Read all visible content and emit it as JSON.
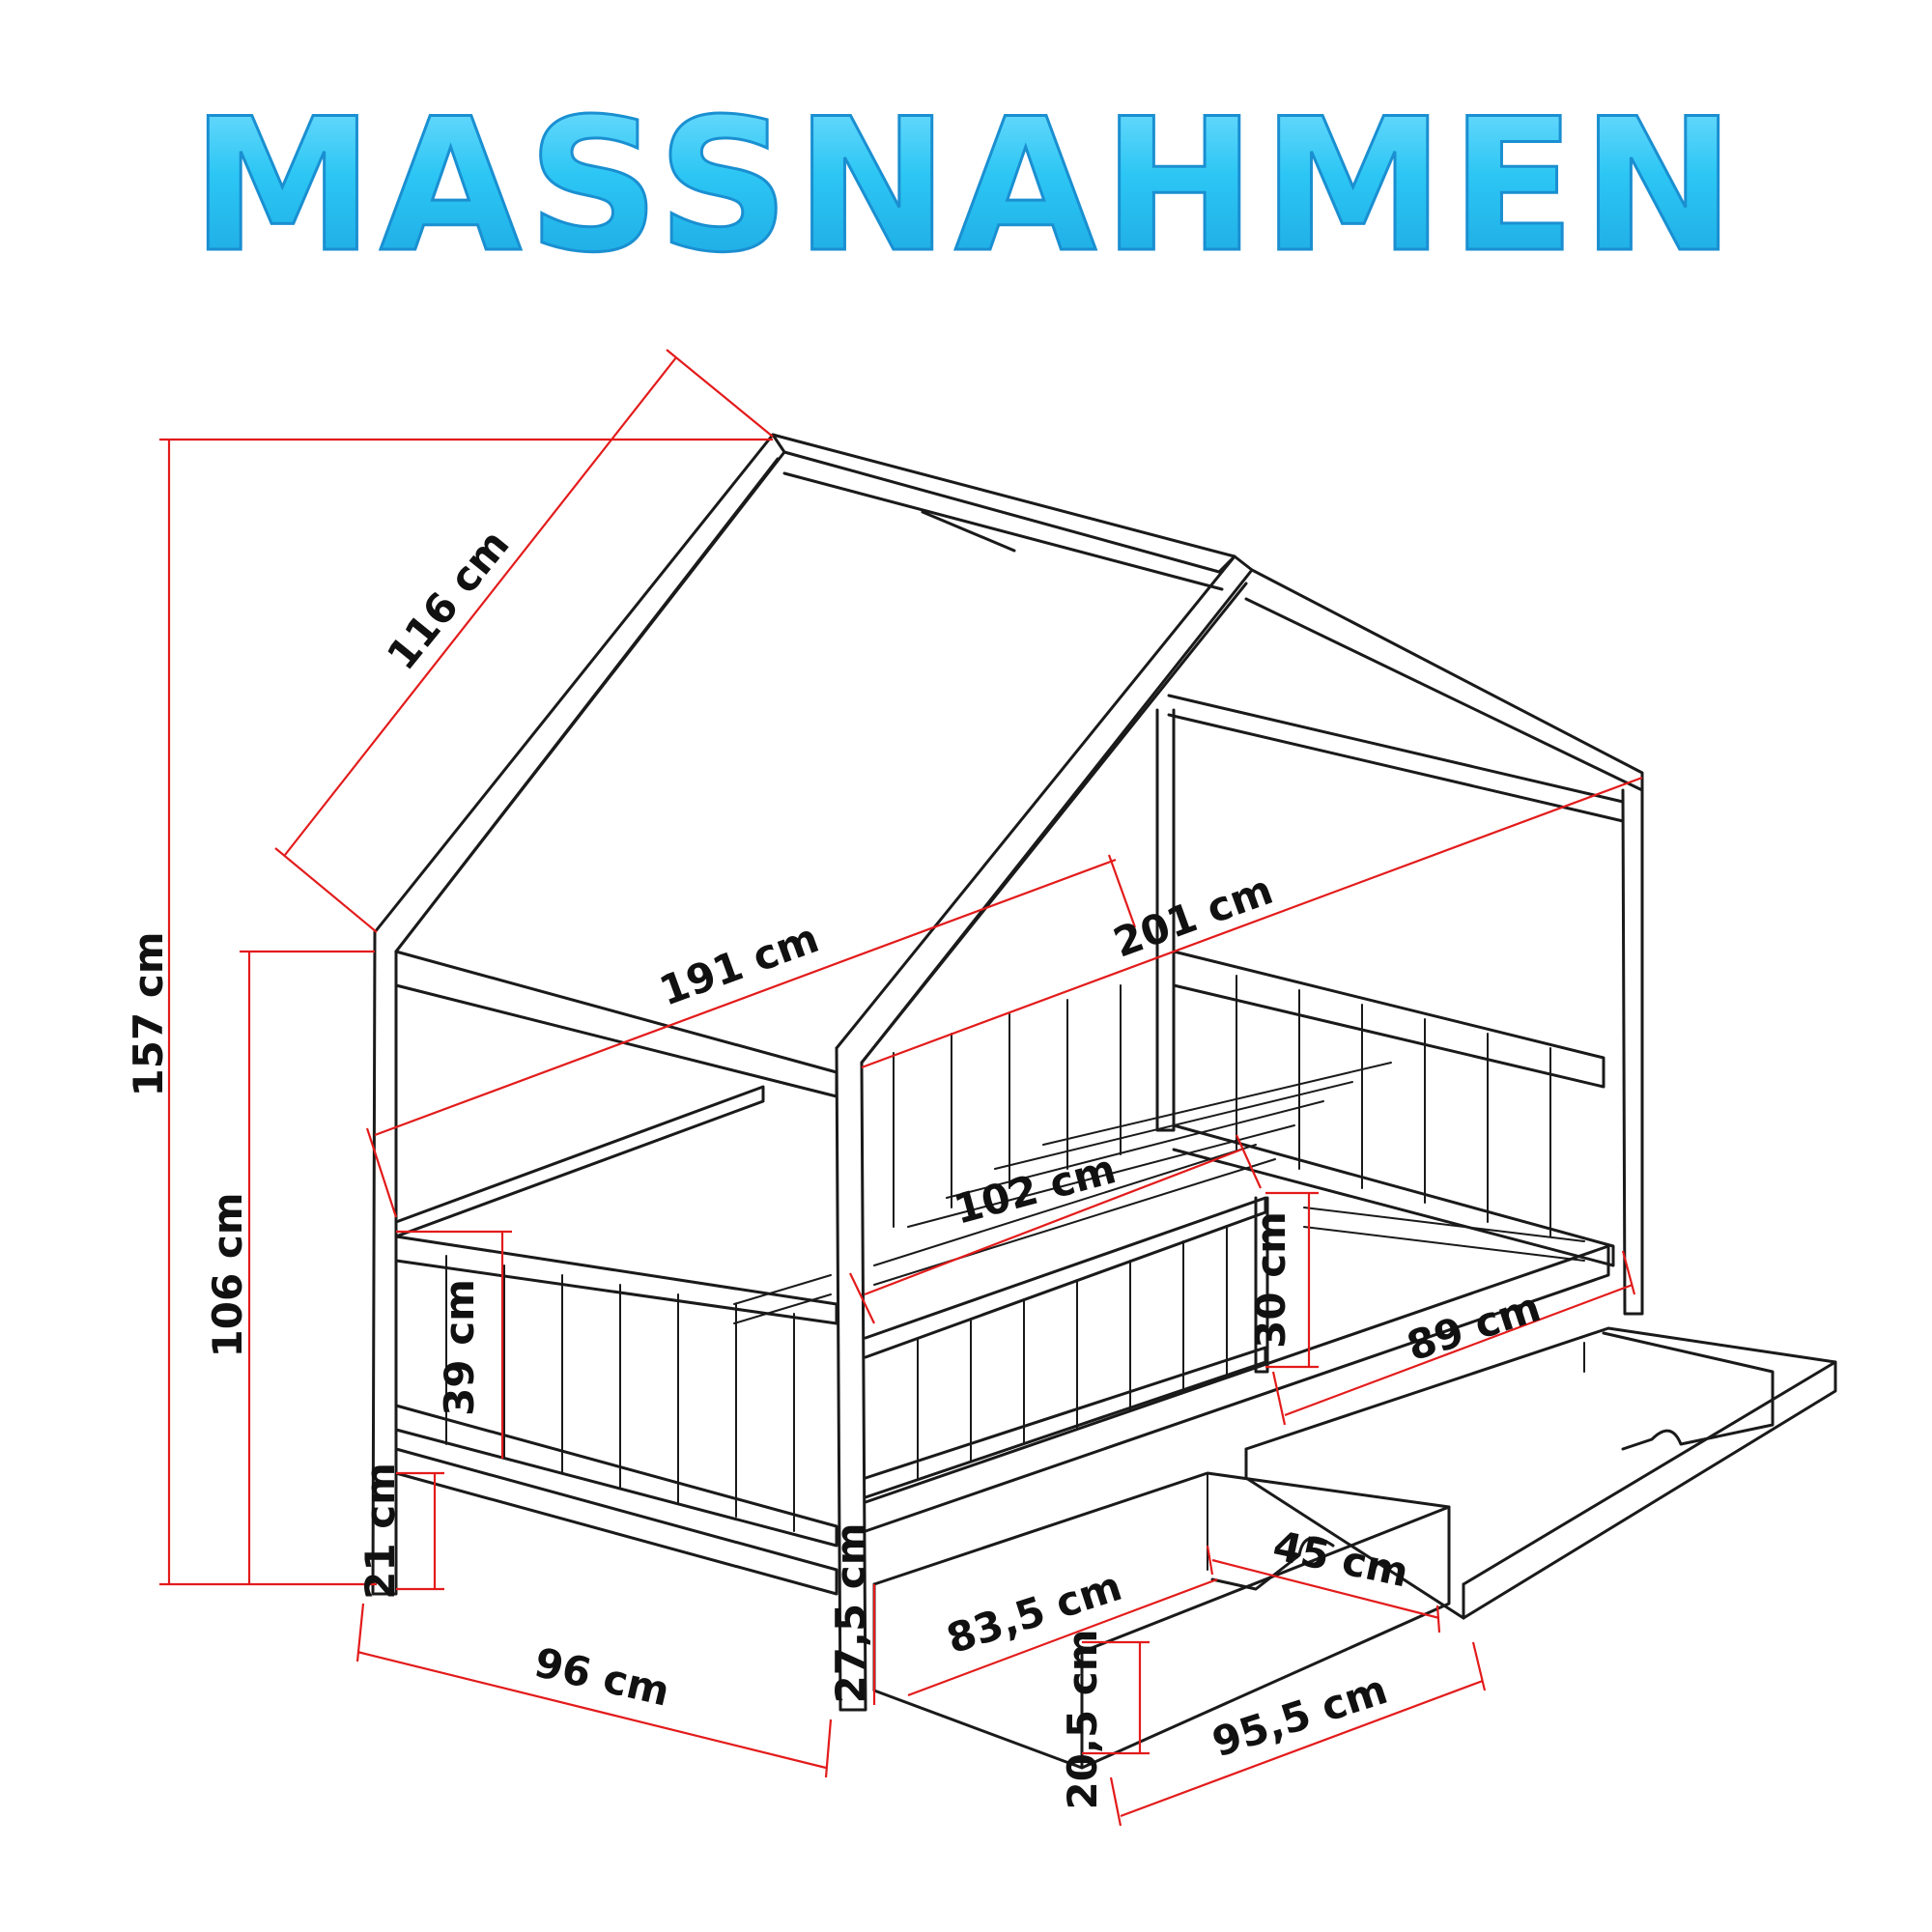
{
  "title": "MASSNAHMEN",
  "colors": {
    "title_fill": "#2cc6f4",
    "title_stroke": "#1a8fd1",
    "dimension_line": "#e31b1b",
    "frame_line": "#1a1a1a"
  },
  "dimensions": {
    "total_height": "157 cm",
    "roof_length": "116 cm",
    "side_height": "106 cm",
    "inner_length": "191 cm",
    "outer_length": "201 cm",
    "mattress_length": "102 cm",
    "rail_height_small": "30 cm",
    "rail_height_front": "39 cm",
    "leg_height": "21 cm",
    "width": "96 cm",
    "bed_height_front": "27,5 cm",
    "drawer_length_side": "83,5 cm",
    "drawer_width_small": "45 cm",
    "drawer_height": "20,5 cm",
    "drawer_length": "95,5 cm",
    "drawer_depth": "89 cm"
  }
}
